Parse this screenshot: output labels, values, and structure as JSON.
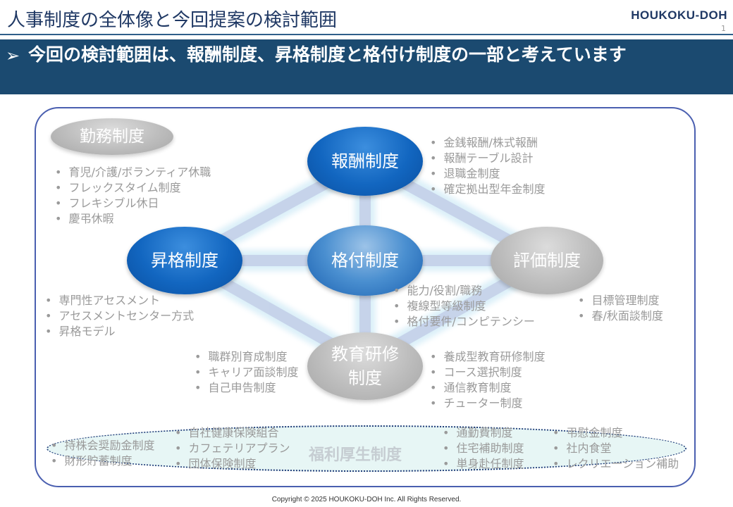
{
  "header": {
    "title": "人事制度の全体像と今回提案の検討範囲",
    "brand": "HOUKOKU-DOH",
    "page_number": "1"
  },
  "banner": {
    "arrow": "➢",
    "text": "今回の検討範囲は、報酬制度、昇格制度と格付け制度の一部と考えています"
  },
  "nodes": {
    "kinmu": "勤務制度",
    "hoshu": "報酬制度",
    "shokaku": "昇格制度",
    "kakuzuke": "格付制度",
    "hyoka": "評価制度",
    "kyoiku_line1": "教育研修",
    "kyoiku_line2": "制度"
  },
  "lists": {
    "kinmu": [
      "育児/介護/ボランティア休職",
      "フレックスタイム制度",
      "フレキシブル休日",
      "慶弔休暇"
    ],
    "hoshu": [
      "金銭報酬/株式報酬",
      "報酬テーブル設計",
      "退職金制度",
      "確定拠出型年金制度"
    ],
    "shokaku": [
      "専門性アセスメント",
      "アセスメントセンター方式",
      "昇格モデル"
    ],
    "kakuzuke": [
      "能力/役割/職務",
      "複線型等級制度",
      "格付要件/コンピテンシー"
    ],
    "hyoka": [
      "目標管理制度",
      "春/秋面談制度"
    ],
    "kyoiku_left": [
      "職群別育成制度",
      "キャリア面談制度",
      "自己申告制度"
    ],
    "kyoiku_right": [
      "養成型教育研修制度",
      "コース選択制度",
      "通信教育制度",
      "チューター制度"
    ]
  },
  "welfare": {
    "label": "福利厚生制度",
    "col1": [
      "持株会奨励金制度",
      "財形貯蓄制度"
    ],
    "col2": [
      "自社健康保険組合",
      "カフェテリアプラン",
      "団体保険制度"
    ],
    "col3": [
      "通勤費制度",
      "住宅補助制度",
      "単身赴任制度"
    ],
    "col4": [
      "弔慰金制度",
      "社内食堂",
      "レクリエーション補助"
    ]
  },
  "colors": {
    "banner_bg": "#1b4a70",
    "blue_node": "#1266c0",
    "grey_node": "#bdbdbd",
    "frame_border": "#4a5fb0"
  },
  "footer": {
    "copyright": "Copyright © 2025 HOUKOKU-DOH Inc. All Rights Reserved."
  }
}
